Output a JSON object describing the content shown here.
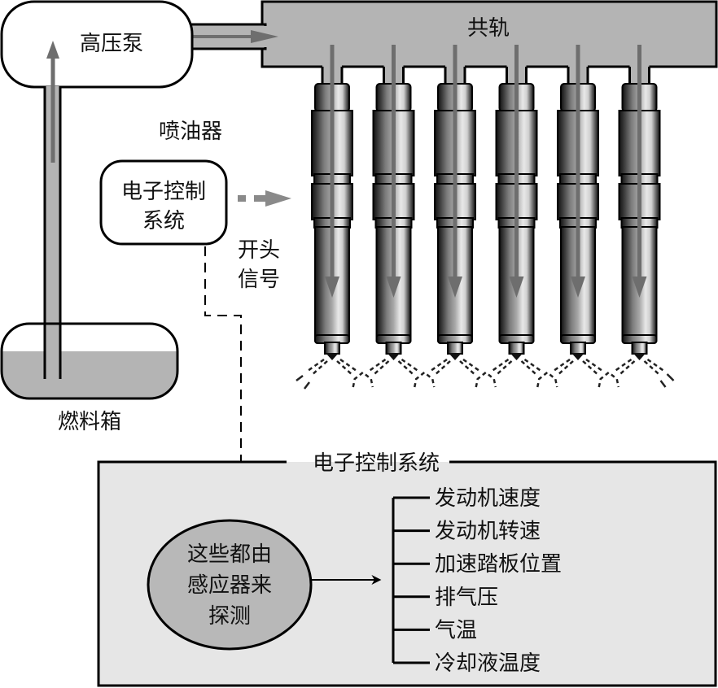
{
  "diagram": {
    "title": "共轨燃油喷射系统示意图",
    "components": {
      "high_pressure_pump": {
        "label": "高压泵"
      },
      "common_rail": {
        "label": "共轨"
      },
      "injectors": {
        "label": "喷油器",
        "count": 6
      },
      "fuel_tank": {
        "label": "燃料箱"
      },
      "ecu_small": {
        "label_line1": "电子控制",
        "label_line2": "系统"
      },
      "signal": {
        "label_line1": "开头",
        "label_line2": "信号"
      }
    },
    "ecu_panel": {
      "title": "电子控制系统",
      "sensor_node": {
        "line1": "这些都由",
        "line2": "感应器来",
        "line3": "探测"
      },
      "sensed_parameters": [
        "发动机速度",
        "发动机转速",
        "加速踏板位置",
        "排气压",
        "气温",
        "冷却液温度"
      ]
    },
    "colors": {
      "rail_fill": "#b4b4b4",
      "flow_arrow": "#6e6e6e",
      "panel_fill": "#e6e6e6",
      "sensor_fill": "#b8b8b8",
      "fuel_fill": "#b4b4b4",
      "outline": "#000000"
    }
  }
}
